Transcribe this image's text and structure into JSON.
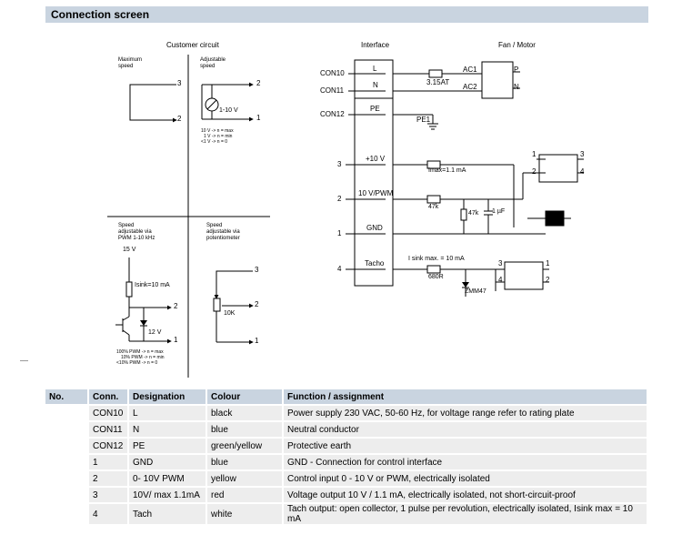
{
  "title": "Connection screen",
  "diagram": {
    "customer_circuit": "Customer circuit",
    "interface": "Interface",
    "fan_motor": "Fan / Motor",
    "max_speed_1": "Maximum",
    "max_speed_2": "speed",
    "adj_speed_1": "Adjustable",
    "adj_speed_2": "speed",
    "v_range": "1-10 V",
    "note_a1": "10 V -> n = max",
    "note_a2": "1 V -> n = min",
    "note_a3": "<1 V -> n = 0",
    "pwm_1": "Speed",
    "pwm_2": "adjustable via",
    "pwm_3": "PWM 1-10 kHz",
    "pot_1": "Speed",
    "pot_2": "adjustable via",
    "pot_3": "potentiometer",
    "v15": "15 V",
    "isink": "Isink=10 mA",
    "v12": "12 V",
    "note_b1": "100% PWM -> n = max",
    "note_b2": "10% PWM -> n = min",
    "note_b3": "<10% PWM -> n = 0",
    "r10k": "10K",
    "con10": "CON10",
    "con11": "CON11",
    "con12": "CON12",
    "pin_L": "L",
    "pin_N": "N",
    "pin_PE": "PE",
    "pin_10v": "+10 V",
    "pin_pwm": "10 V/PWM",
    "pin_gnd": "GND",
    "pin_tacho": "Tacho",
    "fuse": "3.15AT",
    "pe1": "PE1",
    "ac1": "AC1",
    "ac2": "AC2",
    "p": "P",
    "n": "N",
    "imax": "Imax=1.1 mA",
    "r47k_a": "47k",
    "r47k_b": "47k",
    "cap": "1 µF",
    "isink_max": "I sink max. = 10 mA",
    "r680": "680R",
    "zmm": "ZMM47",
    "n1": "1",
    "n2": "2",
    "n3": "3",
    "n4": "4"
  },
  "table": {
    "headers": [
      "No.",
      "Conn.",
      "Designation",
      "Colour",
      "Function / assignment"
    ],
    "rows": [
      [
        "",
        "CON10",
        "L",
        "black",
        "Power supply 230 VAC, 50-60 Hz, for voltage range refer to rating plate"
      ],
      [
        "",
        "CON11",
        "N",
        "blue",
        "Neutral conductor"
      ],
      [
        "",
        "CON12",
        "PE",
        "green/yellow",
        "Protective earth"
      ],
      [
        "",
        "1",
        "GND",
        "blue",
        "GND - Connection for control interface"
      ],
      [
        "",
        "2",
        "0- 10V PWM",
        "yellow",
        "Control input 0 - 10 V or PWM, electrically isolated"
      ],
      [
        "",
        "3",
        "10V/ max 1.1mA",
        "red",
        "Voltage output 10 V / 1.1 mA, electrically isolated, not short-circuit-proof"
      ],
      [
        "",
        "4",
        "Tach",
        "white",
        "Tach output: open collector, 1 pulse per revolution, electrically isolated, Isink max = 10 mA"
      ]
    ]
  }
}
